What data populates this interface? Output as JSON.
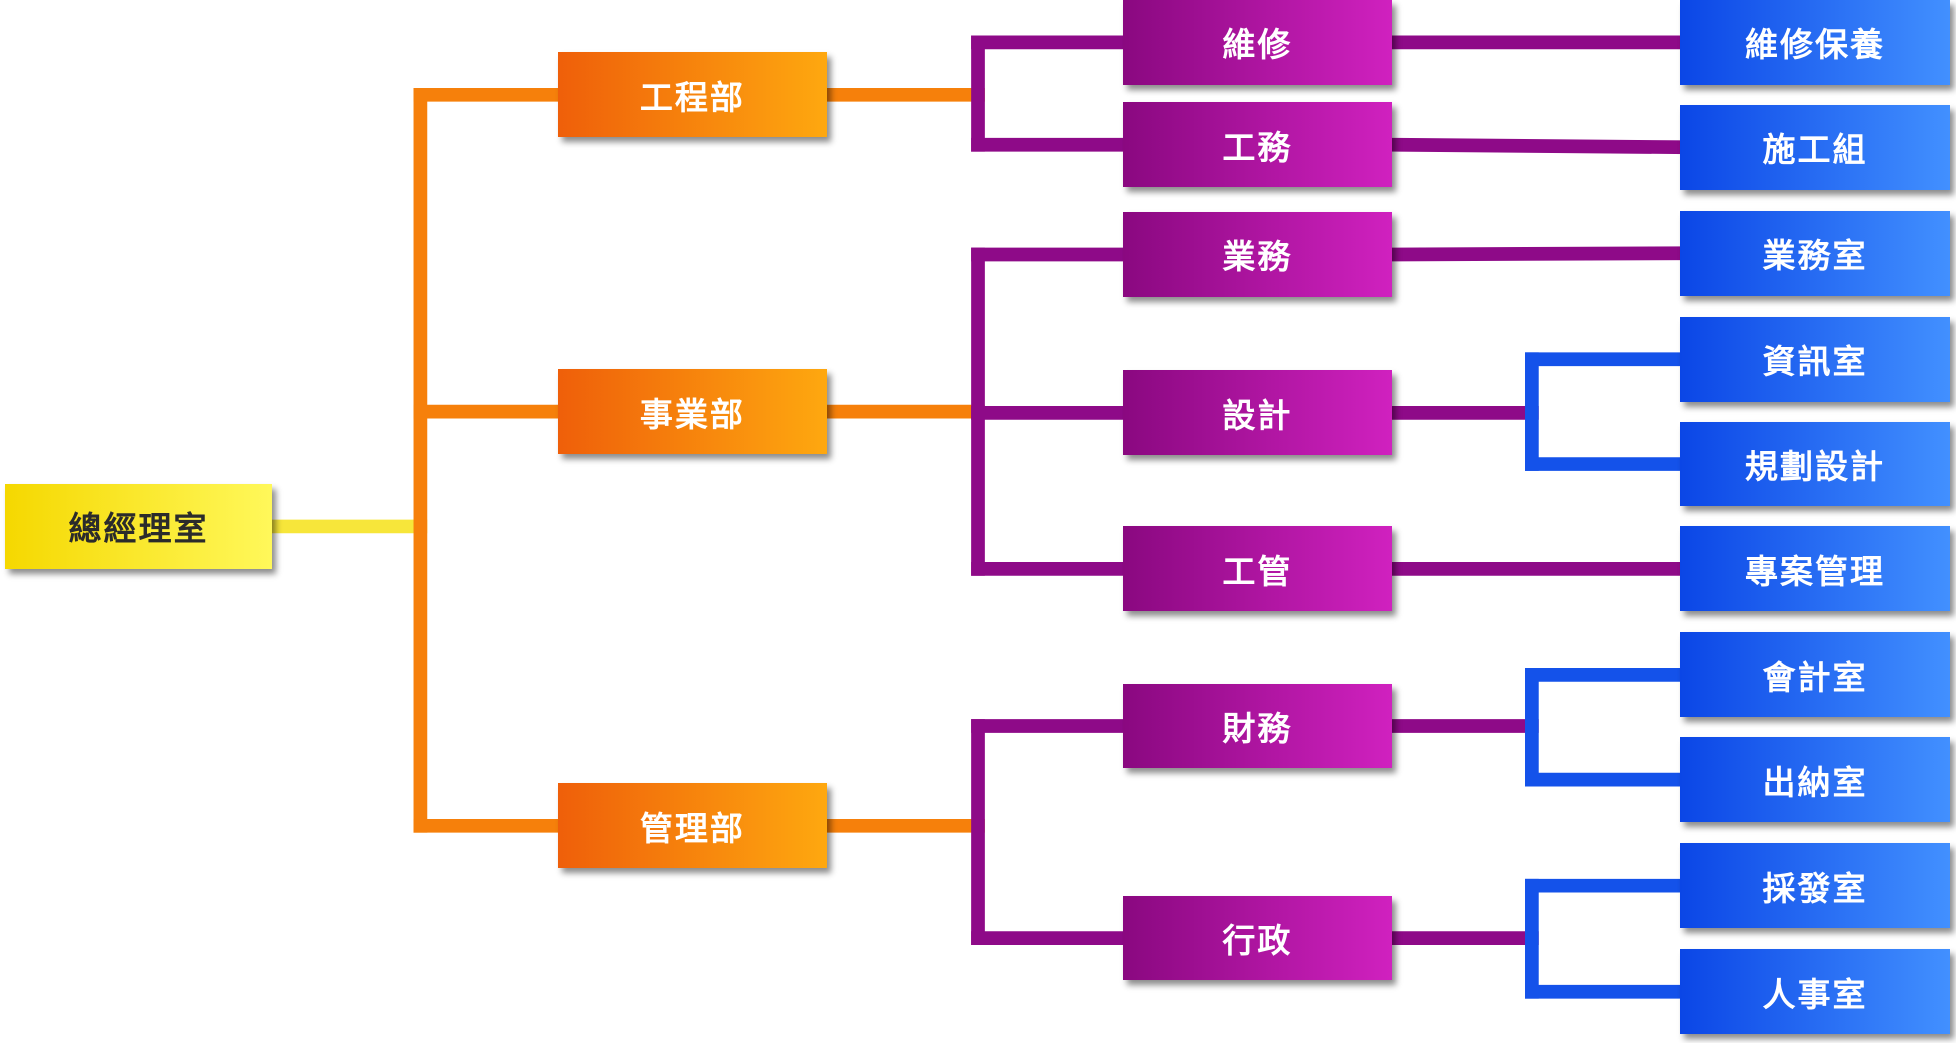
{
  "root": {
    "id": "r",
    "label": "總經理室",
    "color": "#f7dd00"
  },
  "colors": {
    "root": "#f7e63a",
    "dept": "#f6800b",
    "section": "#8e0a88",
    "unit": "#1452ea"
  },
  "departments": [
    {
      "id": "d1",
      "label": "工程部",
      "sections": [
        {
          "id": "s1",
          "label": "維修",
          "units": [
            {
              "id": "u1",
              "label": "維修保養"
            }
          ]
        },
        {
          "id": "s2",
          "label": "工務",
          "units": [
            {
              "id": "u2",
              "label": "施工組"
            }
          ]
        }
      ]
    },
    {
      "id": "d2",
      "label": "事業部",
      "sections": [
        {
          "id": "s3",
          "label": "業務",
          "units": [
            {
              "id": "u3",
              "label": "業務室"
            }
          ]
        },
        {
          "id": "s4",
          "label": "設計",
          "units": [
            {
              "id": "u4",
              "label": "資訊室"
            },
            {
              "id": "u5",
              "label": "規劃設計"
            }
          ]
        },
        {
          "id": "s5",
          "label": "工管",
          "units": [
            {
              "id": "u6",
              "label": "專案管理"
            }
          ]
        }
      ]
    },
    {
      "id": "d3",
      "label": "管理部",
      "sections": [
        {
          "id": "s6",
          "label": "財務",
          "units": [
            {
              "id": "u7",
              "label": "會計室"
            },
            {
              "id": "u8",
              "label": "出納室"
            }
          ]
        },
        {
          "id": "s7",
          "label": "行政",
          "units": [
            {
              "id": "u9",
              "label": "採發室"
            },
            {
              "id": "u10",
              "label": "人事室"
            }
          ]
        }
      ]
    }
  ]
}
